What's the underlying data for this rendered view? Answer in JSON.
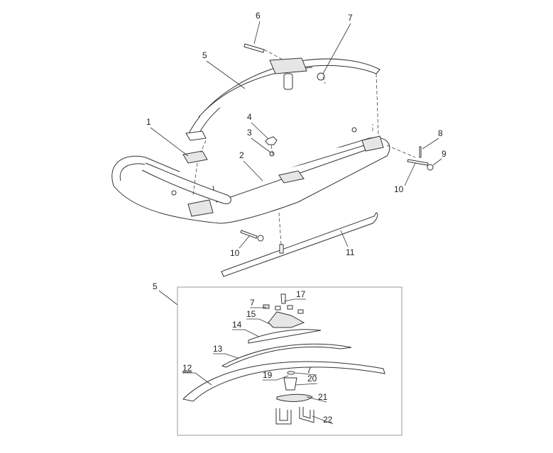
{
  "title": "Ski assembly exploded view",
  "callouts": {
    "main": [
      "6",
      "7",
      "5",
      "4",
      "3",
      "1",
      "2",
      "8",
      "9",
      "10",
      "10",
      "11",
      "5"
    ],
    "inset": [
      "7",
      "17",
      "15",
      "14",
      "13",
      "12",
      "7",
      "19",
      "20",
      "21",
      "22"
    ]
  },
  "colors": {
    "line": "#333333",
    "frame": "#999999",
    "background": "#ffffff"
  }
}
